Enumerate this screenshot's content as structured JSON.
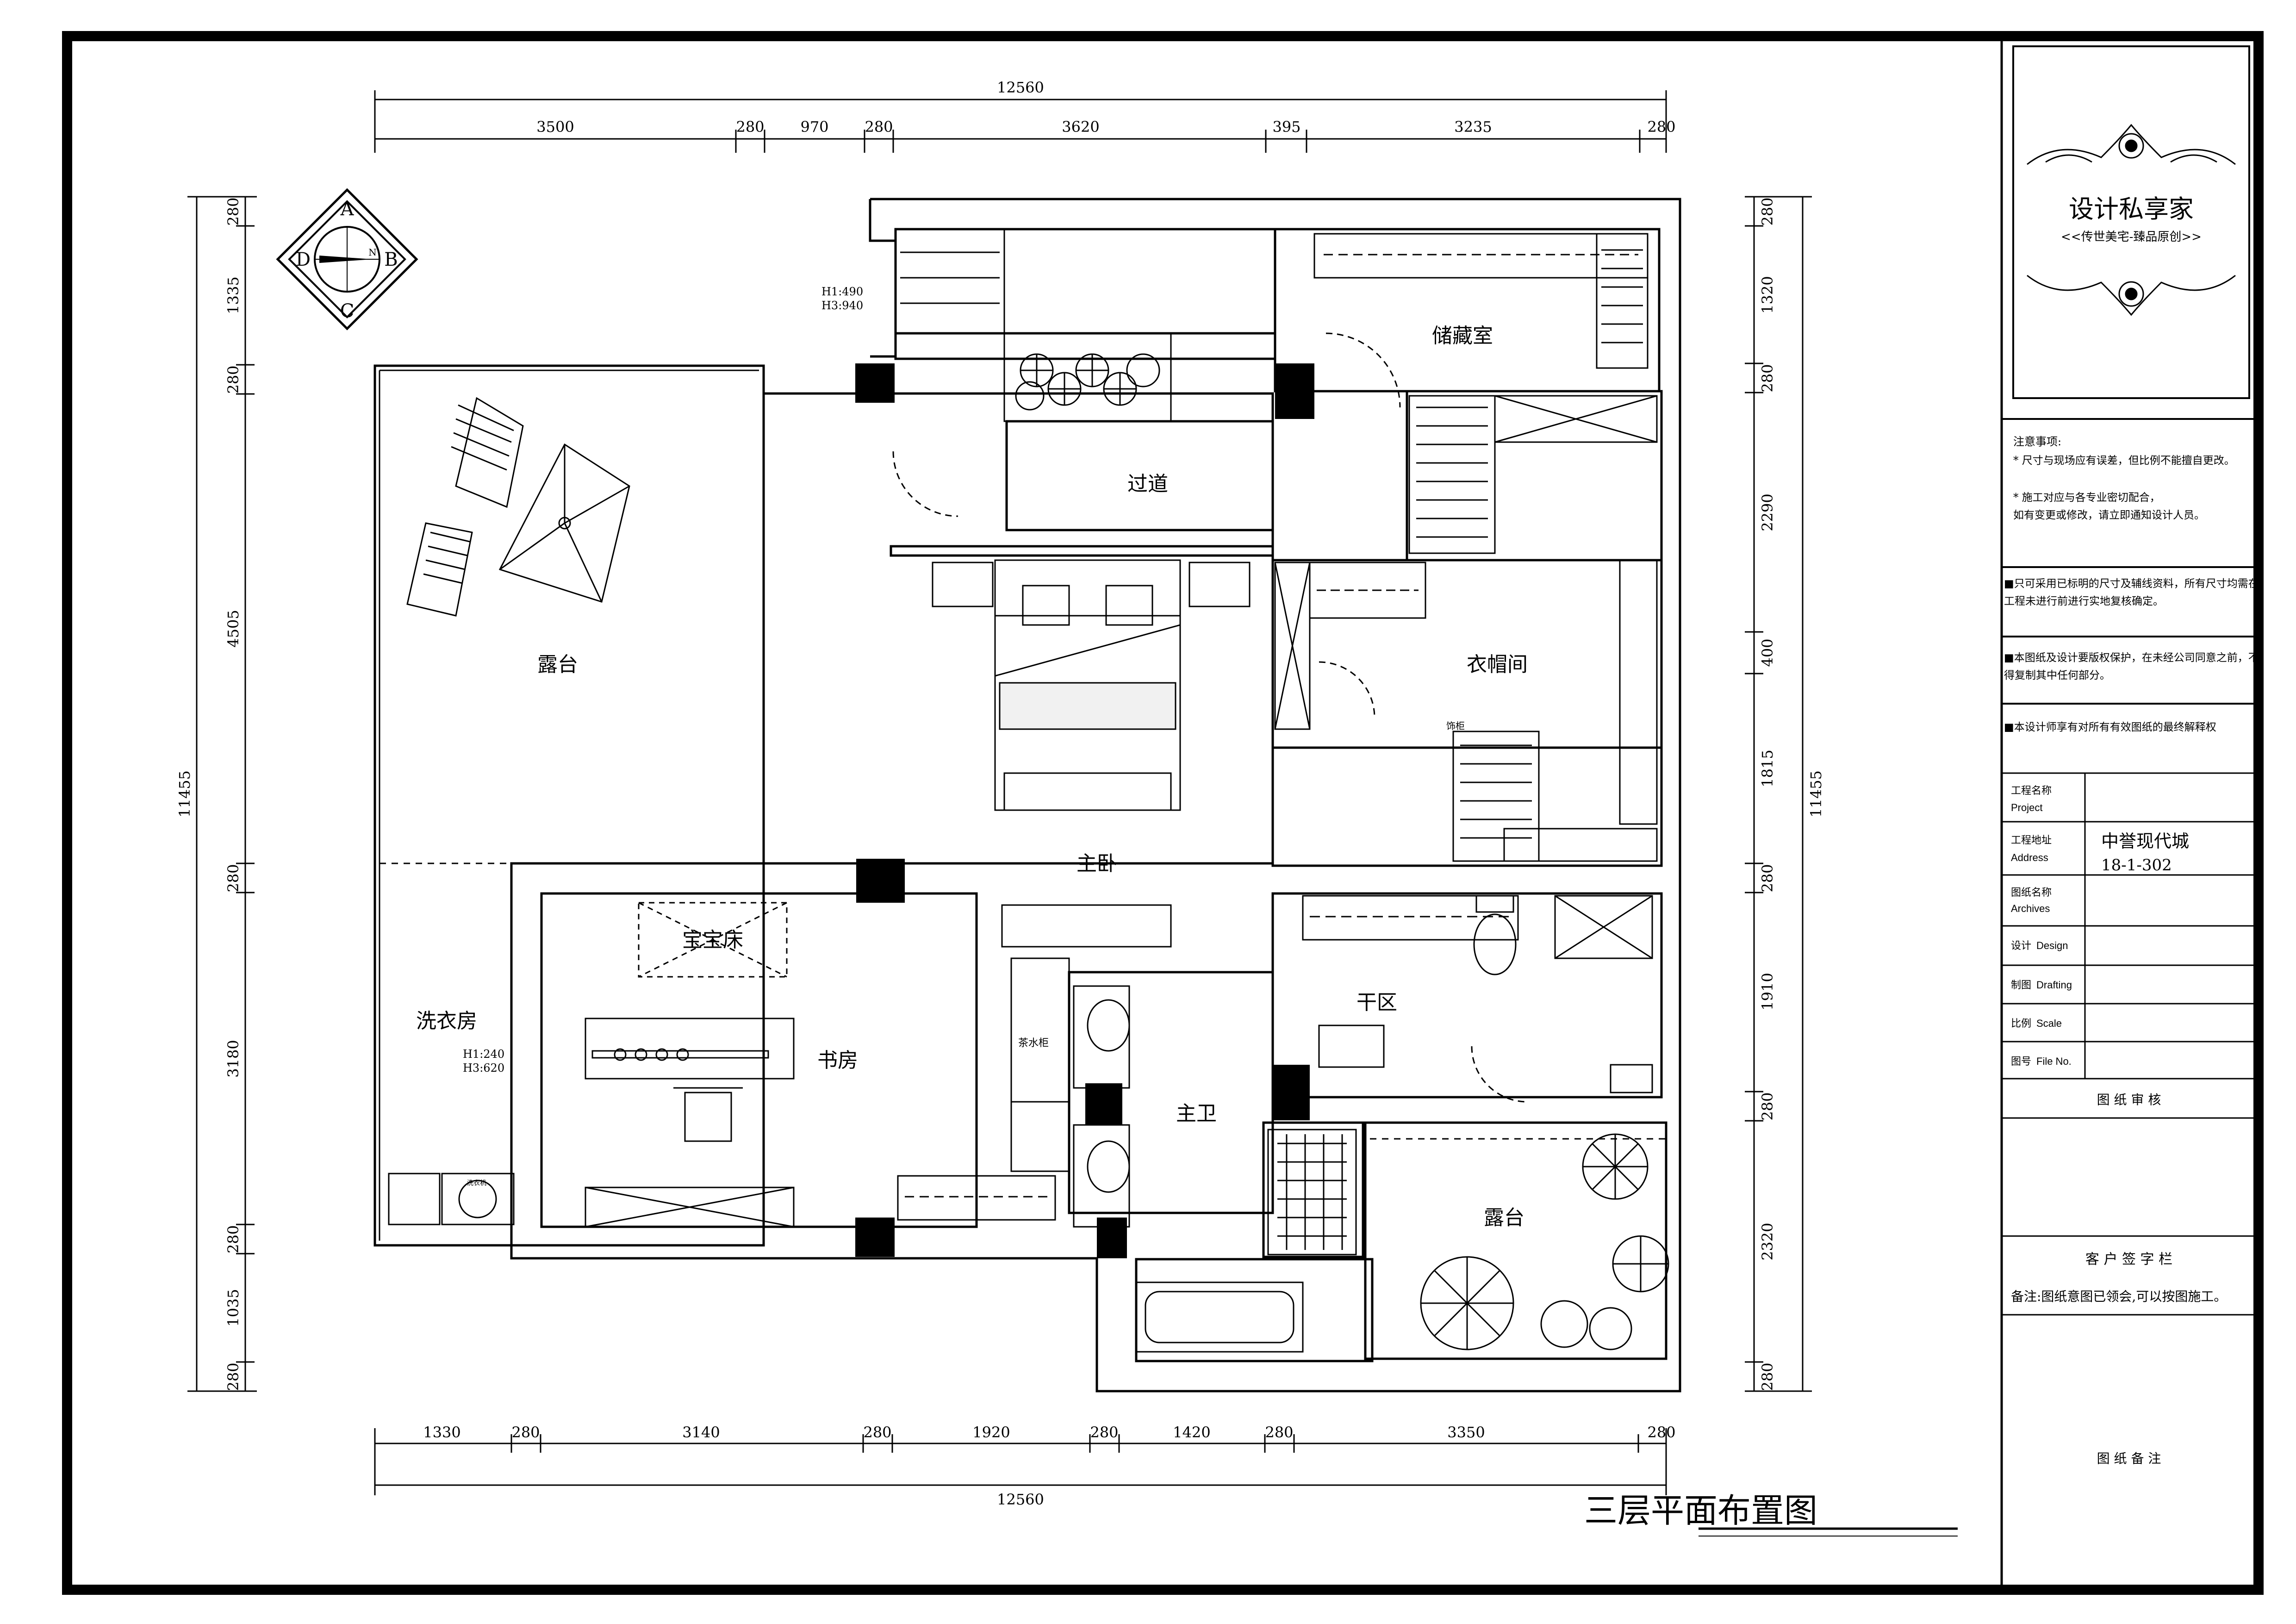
{
  "drawing": {
    "title": "三层平面布置图",
    "compass": {
      "letters": [
        "A",
        "B",
        "C",
        "D"
      ],
      "north": "N"
    },
    "dimensions_top": {
      "total": "12560",
      "segments": [
        "3500",
        "280",
        "970",
        "280",
        "3620",
        "395",
        "3235",
        "280"
      ]
    },
    "dimensions_bottom": {
      "total": "12560",
      "segments": [
        "1330",
        "280",
        "3140",
        "280",
        "1920",
        "280",
        "1420",
        "280",
        "3350",
        "280"
      ]
    },
    "dimensions_left": {
      "total": "11455",
      "segments": [
        "280",
        "1335",
        "280",
        "4505",
        "280",
        "3180",
        "280",
        "1035",
        "280"
      ]
    },
    "dimensions_right": {
      "total": "11455",
      "segments": [
        "280",
        "1320",
        "280",
        "2290",
        "400",
        "1815",
        "280",
        "1910",
        "280",
        "2320",
        "280"
      ]
    },
    "rooms": {
      "storage": "储藏室",
      "corridor": "过道",
      "terrace_west": "露台",
      "cloakroom": "衣帽间",
      "master_bedroom": "主卧",
      "crib": "宝宝床",
      "laundry": "洗衣房",
      "study": "书房",
      "dry_area": "干区",
      "master_bath": "主卫",
      "terrace_east": "露台"
    },
    "small_labels": {
      "stair_h1": "H1:490",
      "stair_h3": "H3:940",
      "laundry_h1": "H1:240",
      "laundry_h3": "H3:620",
      "tea_cabinet": "茶水柜",
      "cloak_label": "饰柜",
      "washer": "洗衣机"
    }
  },
  "title_block": {
    "brand": "设计私享家",
    "slogan": "<<传世美宅-臻品原创>>",
    "notes_heading": "注意事项:",
    "notes": [
      "* 尺寸与现场应有误差，但比例不能擅自更改。",
      "* 施工对应与各专业密切配合，",
      "  如有变更或修改，请立即通知设计人员。"
    ],
    "rules": [
      "■只可采用已标明的尺寸及辅线资料，所有尺寸均需在",
      "  工程未进行前进行实地复核确定。",
      "■本图纸及设计要版权保护，在未经公司同意之前，不",
      "  得复制其中任何部分。",
      "■本设计师享有对所有有效图纸的最终解释权"
    ],
    "fields": [
      {
        "label_cn": "工程名称",
        "label_en": "Project",
        "value": ""
      },
      {
        "label_cn": "工程地址",
        "label_en": "Address",
        "value": "中誉现代城",
        "value2": "18-1-302"
      },
      {
        "label_cn": "图纸名称",
        "label_en": "Archives",
        "value": ""
      },
      {
        "label_cn": "设计",
        "label_en": "Design",
        "value": ""
      },
      {
        "label_cn": "制图",
        "label_en": "Drafting",
        "value": ""
      },
      {
        "label_cn": "比例",
        "label_en": "Scale",
        "value": ""
      },
      {
        "label_cn": "图号",
        "label_en": "File No.",
        "value": ""
      }
    ],
    "review_heading": "图 纸 审 核",
    "client_heading": "客 户 签 字 栏",
    "client_note": "备注:图纸意图已领会,可以按图施工。",
    "remarks_heading": "图 纸 备 注"
  }
}
